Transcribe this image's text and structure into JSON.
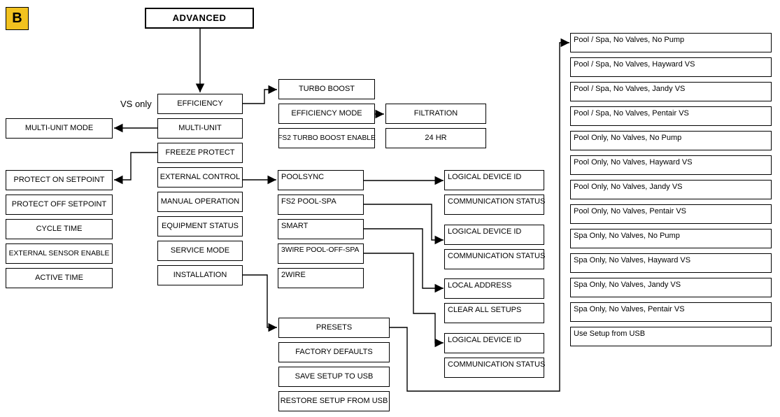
{
  "badge": {
    "label": "B"
  },
  "colors": {
    "badge_bg": "#F2C21F",
    "line": "#000000",
    "box_border": "#000000"
  },
  "root": {
    "label": "ADVANCED"
  },
  "note": {
    "vs_only": "VS only"
  },
  "main_menu": [
    "EFFICIENCY",
    "MULTI-UNIT",
    "FREEZE PROTECT",
    "EXTERNAL CONTROL",
    "MANUAL OPERATION",
    "EQUIPMENT STATUS",
    "SERVICE MODE",
    "INSTALLATION"
  ],
  "multi_unit_submenu": [
    "MULTI-UNIT MODE"
  ],
  "freeze_protect_submenu": [
    "PROTECT ON SETPOINT",
    "PROTECT OFF SETPOINT",
    "CYCLE TIME",
    "EXTERNAL SENSOR ENABLE",
    "ACTIVE TIME"
  ],
  "efficiency_submenu": [
    "TURBO BOOST",
    "EFFICIENCY MODE",
    "FS2 TURBO BOOST ENABLE"
  ],
  "efficiency_mode_submenu": [
    "FILTRATION",
    "24 HR"
  ],
  "external_control_submenu": [
    "POOLSYNC",
    "FS2 POOL-SPA",
    "SMART",
    "3WIRE POOL-OFF-SPA",
    "2WIRE"
  ],
  "poolsync_submenu": [
    "LOGICAL DEVICE ID",
    "COMMUNICATION STATUS"
  ],
  "fs2_pool_spa_submenu": [
    "LOGICAL DEVICE ID",
    "COMMUNICATION STATUS"
  ],
  "smart_submenu": [
    "LOCAL ADDRESS",
    "CLEAR ALL SETUPS"
  ],
  "wire3_submenu": [
    "LOGICAL DEVICE ID",
    "COMMUNICATION STATUS"
  ],
  "installation_submenu": [
    "PRESETS",
    "FACTORY DEFAULTS",
    "SAVE SETUP TO USB",
    "RESTORE SETUP FROM USB"
  ],
  "presets_list": [
    "Pool / Spa, No Valves, No Pump",
    "Pool / Spa, No Valves, Hayward VS",
    "Pool / Spa, No Valves, Jandy VS",
    "Pool / Spa, No Valves, Pentair VS",
    "Pool Only, No Valves, No Pump",
    "Pool Only, No Valves, Hayward VS",
    "Pool Only, No Valves, Jandy VS",
    "Pool Only, No Valves, Pentair VS",
    "Spa Only, No Valves, No Pump",
    "Spa Only, No Valves, Hayward VS",
    "Spa Only, No Valves, Jandy VS",
    "Spa Only, No Valves, Pentair VS",
    "Use Setup from USB"
  ]
}
